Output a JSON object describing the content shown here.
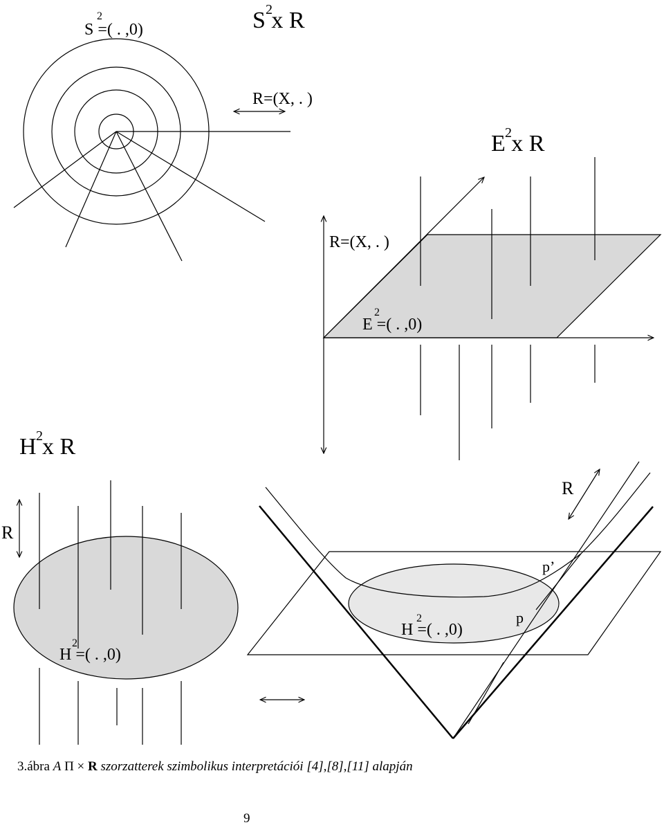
{
  "labels": {
    "s2_eq": "S =( . ,0)",
    "s2_sup": "2",
    "s2xr": "S x R",
    "s2xr_sup": "2",
    "r_x_top": "R=(X, . )",
    "e2xr": "E x R",
    "e2xr_sup": "2",
    "r_x_mid": "R=(X, . )",
    "e2_eq": "E =( . ,0)",
    "e2_sup": "2",
    "h2xr": "H x R",
    "h2xr_sup": "2",
    "r_right": "R",
    "r_left": "R",
    "p_prime": "p’",
    "h2_eq_right": "H =( . ,0)",
    "h2_sup_right": "2",
    "p": "p",
    "h2_eq_left": "H =( . ,0)",
    "h2_sup_left": "2"
  },
  "caption": {
    "prefix": "3.ábra ",
    "a": "A",
    "pi": " Π ",
    "times": "×",
    "r": " R ",
    "rest": "szorzatterek szimbolikus interpretációi [4],[8],[11] alapján"
  },
  "page_number": "9",
  "colors": {
    "fill_gray": "#d9d9d9",
    "fill_light": "#e8e8e8",
    "stroke": "#000000"
  }
}
